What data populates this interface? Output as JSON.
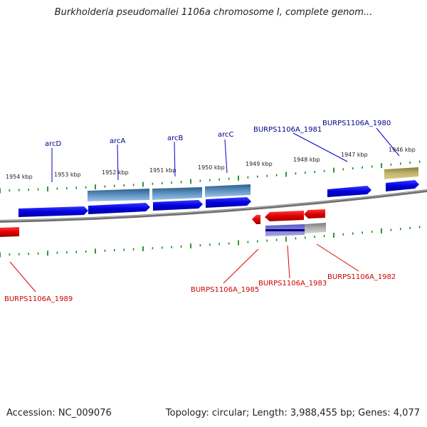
{
  "title": "Burkholderia pseudomallei 1106a chromosome I, complete genom...",
  "footer": {
    "accession": "Accession: NC_009076",
    "topology": "Topology: circular; Length: 3,988,455 bp; Genes: 4,077"
  },
  "colors": {
    "forward_gene": "#0a0ae0",
    "reverse_gene": "#e00000",
    "forward_label": "#00008b",
    "reverse_label": "#cc0000",
    "tick": "#1a8a1a",
    "backbone": "#7a7a7a",
    "rna_feature": "#4a80b8",
    "other_feature": "#b8aa60",
    "pseudo_feature": "#9a9a9a"
  },
  "ticks_top": [
    "1954 kbp",
    "1953 kbp",
    "1952 kbp",
    "1951 kbp",
    "1950 kbp",
    "1949 kbp",
    "1948 kbp",
    "1947 kbp",
    "1946 kbp"
  ],
  "labels_top": [
    "arcD",
    "arcA",
    "arcB",
    "arcC",
    "BURPS1106A_1981",
    "BURPS1106A_1980"
  ],
  "labels_bottom": [
    "BURPS1106A_1989",
    "BURPS1106A_1985",
    "BURPS1106A_1983",
    "BURPS1106A_1982"
  ]
}
